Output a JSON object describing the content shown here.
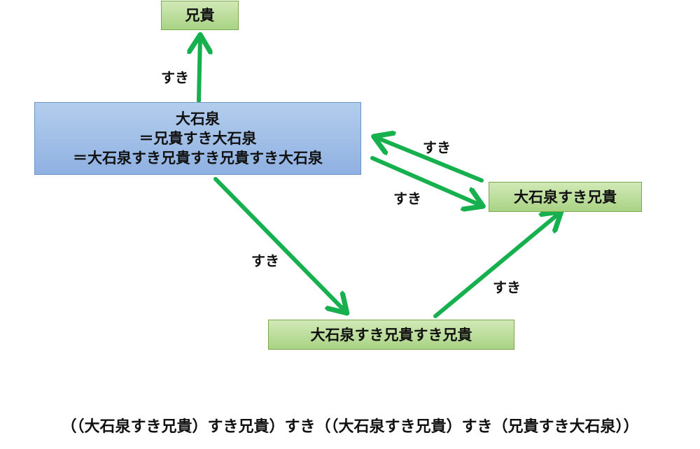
{
  "nodes": {
    "aniki": {
      "text": "兄貴"
    },
    "main": {
      "lines": [
        "大石泉",
        "＝兄貴すき大石泉",
        "＝大石泉すき兄貴すき兄貴すき大石泉"
      ]
    },
    "oishi_suki_aniki": {
      "text": "大石泉すき兄貴"
    },
    "oishi_suki_aniki_suki_aniki": {
      "text": "大石泉すき兄貴すき兄貴"
    }
  },
  "edges": {
    "to_aniki": "すき",
    "from_right_to_main": "すき",
    "main_to_right": "すき",
    "main_to_bottom": "すき",
    "bottom_to_right": "すき"
  },
  "formula": "（（大石泉すき兄貴）すき兄貴）すき（（大石泉すき兄貴）すき（兄貴すき大石泉））",
  "colors": {
    "arrow": "#16b04e",
    "green_node_top": "#d1e9b7",
    "green_node_bottom": "#a9d384",
    "blue_node_top": "#b3cdec",
    "blue_node_bottom": "#8fb1e2"
  }
}
